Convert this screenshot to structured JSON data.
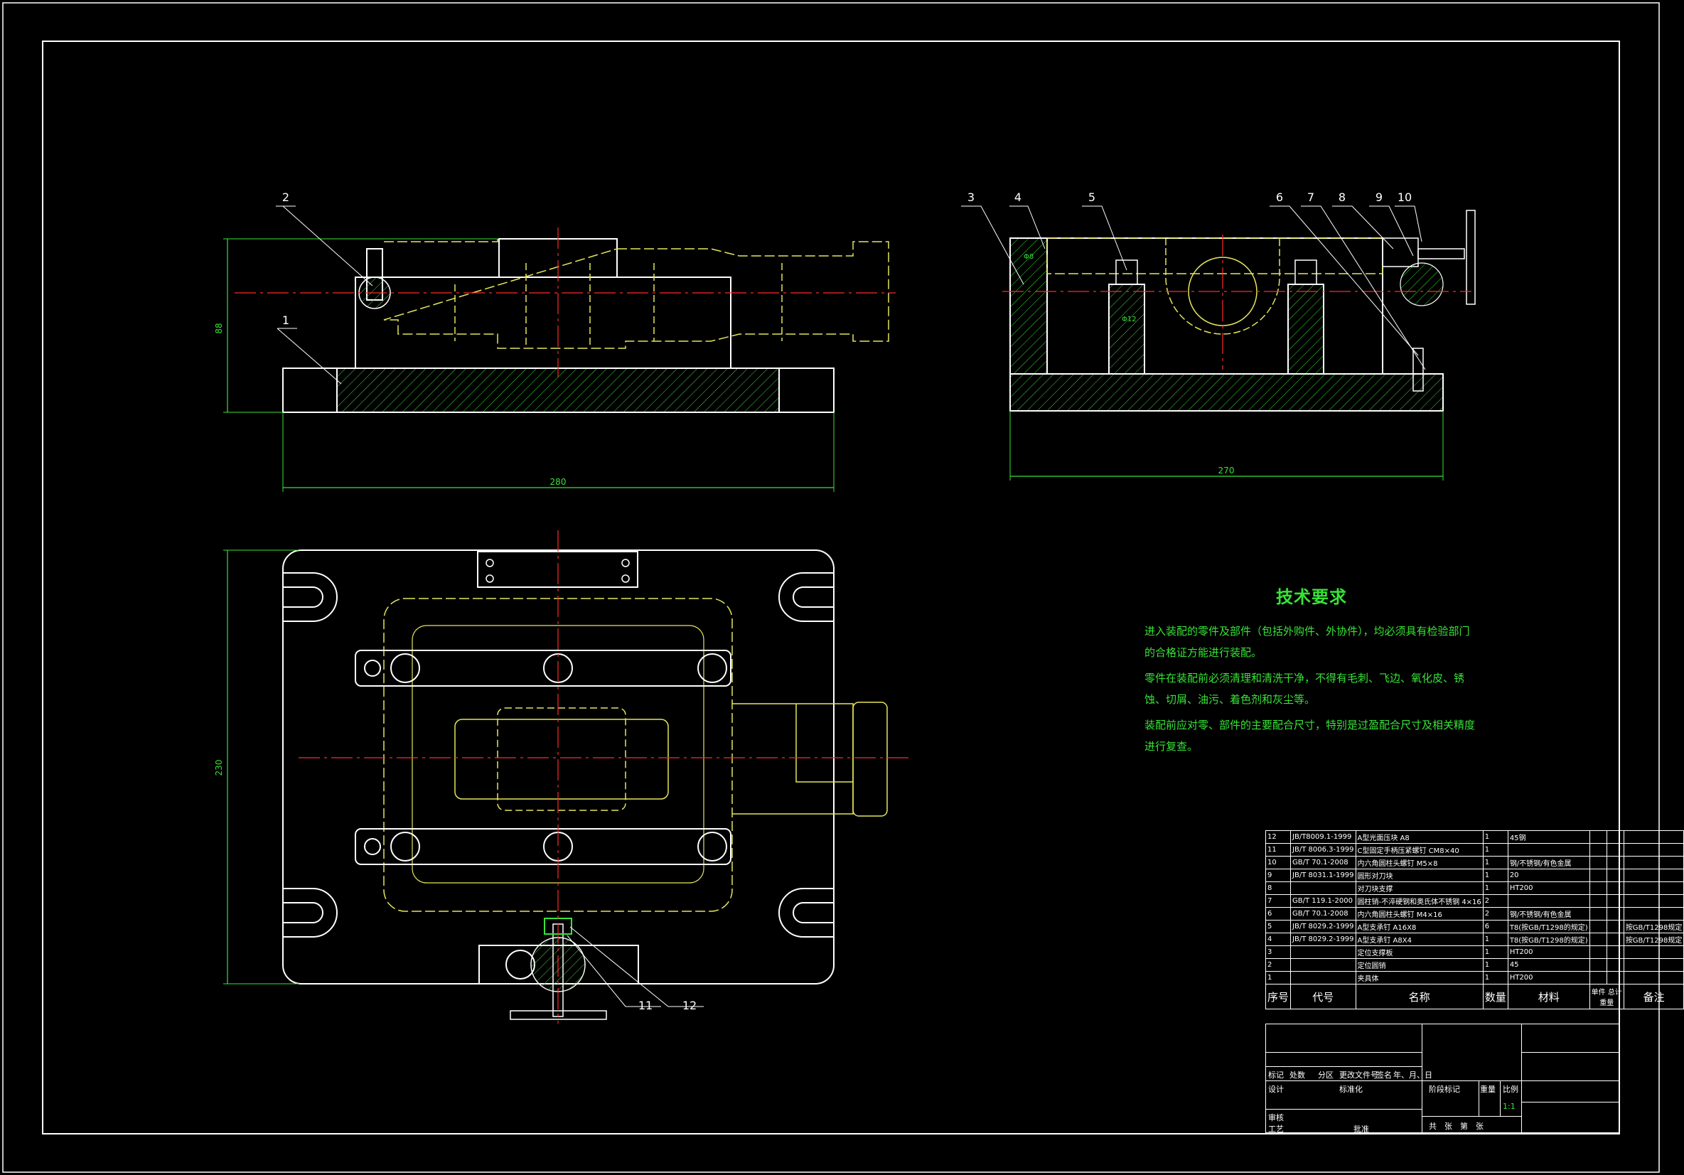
{
  "drawing": {
    "colors": {
      "background": "#000000",
      "frame": "#ffffff",
      "outline": "#ffffff",
      "hidden": "#e6e65c",
      "center": "#ff2a2a",
      "dimension": "#37e337",
      "leader": "#ffffff",
      "hatch": "#37e337"
    },
    "dimensions": {
      "front_height": "88",
      "front_width": "280",
      "side_width": "270",
      "plan_height": "230",
      "side_small_1": "Φ8",
      "side_small_2": "Φ12"
    },
    "callouts_front": [
      "1",
      "2"
    ],
    "callouts_side": [
      "3",
      "4",
      "5",
      "6",
      "7",
      "8",
      "9",
      "10"
    ],
    "callouts_plan": [
      "11",
      "12"
    ]
  },
  "tech_requirements": {
    "title": "技术要求",
    "lines": [
      "进入装配的零件及部件（包括外购件、外协件），均必须具有检验部门的合格证方能进行装配。",
      "零件在装配前必须清理和清洗干净，不得有毛刺、飞边、氧化皮、锈蚀、切屑、油污、着色剂和灰尘等。",
      "装配前应对零、部件的主要配合尺寸，特别是过盈配合尺寸及相关精度进行复查。"
    ]
  },
  "bom": {
    "rows": [
      {
        "no": "12",
        "code": "JB/T8009.1-1999",
        "name": "A型光面压块 A8",
        "qty": "1",
        "mat": "45钢",
        "note": ""
      },
      {
        "no": "11",
        "code": "JB/T 8006.3-1999",
        "name": "C型固定手柄压紧螺钉 CM8×40",
        "qty": "1",
        "mat": "",
        "note": ""
      },
      {
        "no": "10",
        "code": "GB/T 70.1-2008",
        "name": "内六角圆柱头螺钉 M5×8",
        "qty": "1",
        "mat": "钢/不锈钢/有色金属",
        "note": ""
      },
      {
        "no": "9",
        "code": "JB/T 8031.1-1999",
        "name": "圆形对刀块",
        "qty": "1",
        "mat": "20",
        "note": ""
      },
      {
        "no": "8",
        "code": "",
        "name": "对刀块支撑",
        "qty": "1",
        "mat": "HT200",
        "note": ""
      },
      {
        "no": "7",
        "code": "GB/T 119.1-2000",
        "name": "圆柱销-不淬硬钢和奥氏体不锈钢 4×16",
        "qty": "2",
        "mat": "",
        "note": ""
      },
      {
        "no": "6",
        "code": "GB/T 70.1-2008",
        "name": "内六角圆柱头螺钉 M4×16",
        "qty": "2",
        "mat": "钢/不锈钢/有色金属",
        "note": ""
      },
      {
        "no": "5",
        "code": "JB/T 8029.2-1999",
        "name": "A型支承钉 A16X8",
        "qty": "6",
        "mat": "T8(按GB/T1298的规定)",
        "note": "按GB/T1298规定"
      },
      {
        "no": "4",
        "code": "JB/T 8029.2-1999",
        "name": "A型支承钉 A8X4",
        "qty": "1",
        "mat": "T8(按GB/T1298的规定)",
        "note": "按GB/T1298规定"
      },
      {
        "no": "3",
        "code": "",
        "name": "定位支撑板",
        "qty": "1",
        "mat": "HT200",
        "note": ""
      },
      {
        "no": "2",
        "code": "",
        "name": "定位圆销",
        "qty": "1",
        "mat": "45",
        "note": ""
      },
      {
        "no": "1",
        "code": "",
        "name": "夹具体",
        "qty": "1",
        "mat": "HT200",
        "note": ""
      }
    ],
    "header": {
      "no": "序号",
      "code": "代号",
      "name": "名称",
      "qty": "数量",
      "mat": "材料",
      "w1": "单件",
      "w2": "总计",
      "weight": "重量",
      "note": "备注"
    },
    "title_block": {
      "row_labels": [
        "标记",
        "处数",
        "分区",
        "更改文件号",
        "签名",
        "年、月、日"
      ],
      "design": "设计",
      "standard": "标准化",
      "review": "审核",
      "process": "工艺",
      "approve": "批准",
      "stage": "阶段标记",
      "weight": "重量",
      "scale": "比例",
      "scale_value": "1:1",
      "sheets": "共　张　第　张"
    }
  }
}
